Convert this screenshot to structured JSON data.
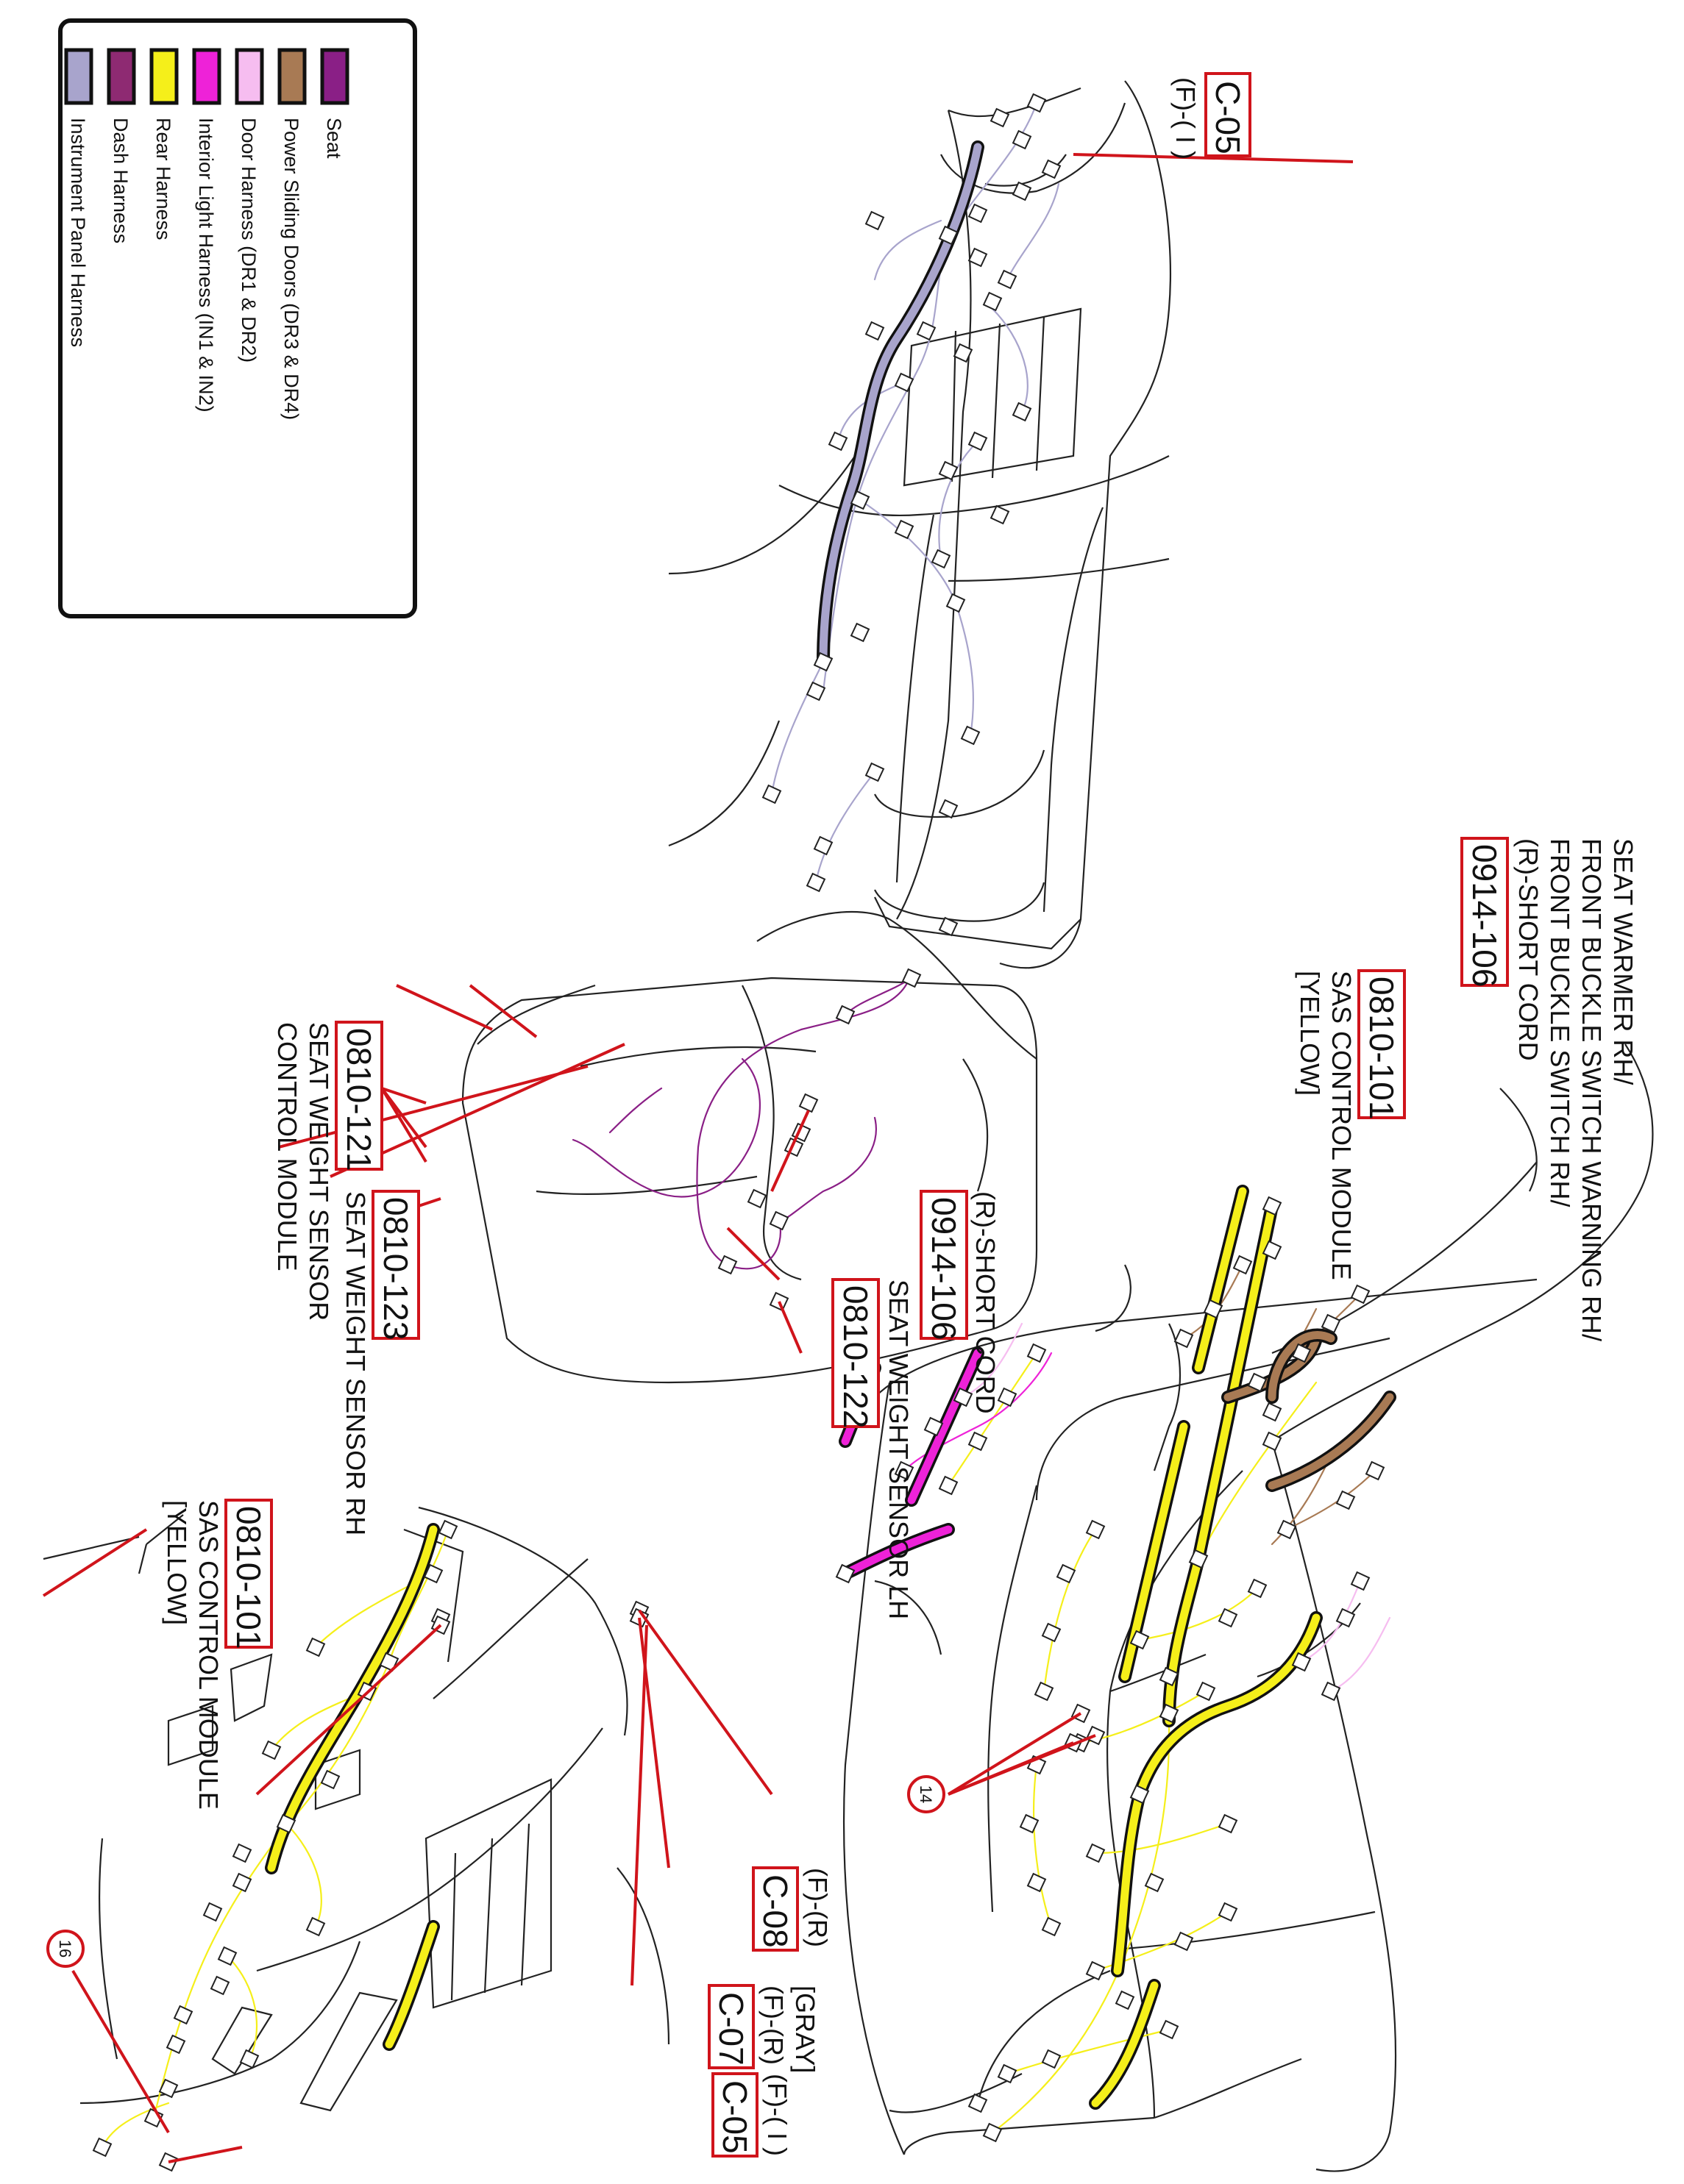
{
  "legend": {
    "items": [
      {
        "label": "Instrument Panel Harness",
        "color": "#a8a4cc"
      },
      {
        "label": "Dash Harness",
        "color": "#8e2a72"
      },
      {
        "label": "Rear Harness",
        "color": "#f5ef1a"
      },
      {
        "label": "Interior Light Harness (IN1 & IN2)",
        "color": "#ee22d8"
      },
      {
        "label": "Door Harness (DR1 & DR2)",
        "color": "#f6bdf0"
      },
      {
        "label": "Power Sliding Doors (DR3 & DR4)",
        "color": "#a87a54"
      },
      {
        "label": "Seat",
        "color": "#8a1f86"
      }
    ]
  },
  "callouts": {
    "c05_top": {
      "code": "C-05",
      "sub": "(F)-( I )"
    },
    "c05_bottom": {
      "code": "C-05",
      "sub": "(F)-( I )"
    },
    "c07": {
      "code": "C-07",
      "sub1": "[GRAY]",
      "sub2": "(F)-(R)"
    },
    "c08": {
      "code": "C-08",
      "sub": "(F)-(R)"
    },
    "c0914_upper": {
      "code": "0914-106",
      "lines": [
        "SEAT WARMER RH/",
        "FRONT BUCKLE SWITCH WARNING RH/",
        "FRONT BUCKLE SWITCH RH/",
        "(R)-SHORT CORD"
      ]
    },
    "c0810_101_upper": {
      "code": "0810-101",
      "lines": [
        "SAS CONTROL MODULE",
        "[YELLOW]"
      ]
    },
    "c0914_seat": {
      "code": "0914-106",
      "lines": [
        "(R)-SHORT CORD"
      ]
    },
    "c0810_122": {
      "code": "0810-122",
      "lines": [
        "SEAT WEIGHT SENSOR LH"
      ]
    },
    "c0810_121": {
      "code": "0810-121",
      "lines": [
        "SEAT WEIGHT SENSOR",
        "CONTROL MODULE"
      ]
    },
    "c0810_123": {
      "code": "0810-123",
      "lines": [
        "SEAT WEIGHT SENSOR RH"
      ]
    },
    "c0810_101_lower": {
      "code": "0810-101",
      "lines": [
        "SAS CONTROL MODULE",
        "[YELLOW]"
      ]
    },
    "ground_14": {
      "num": "14"
    },
    "ground_16": {
      "num": "16"
    }
  }
}
